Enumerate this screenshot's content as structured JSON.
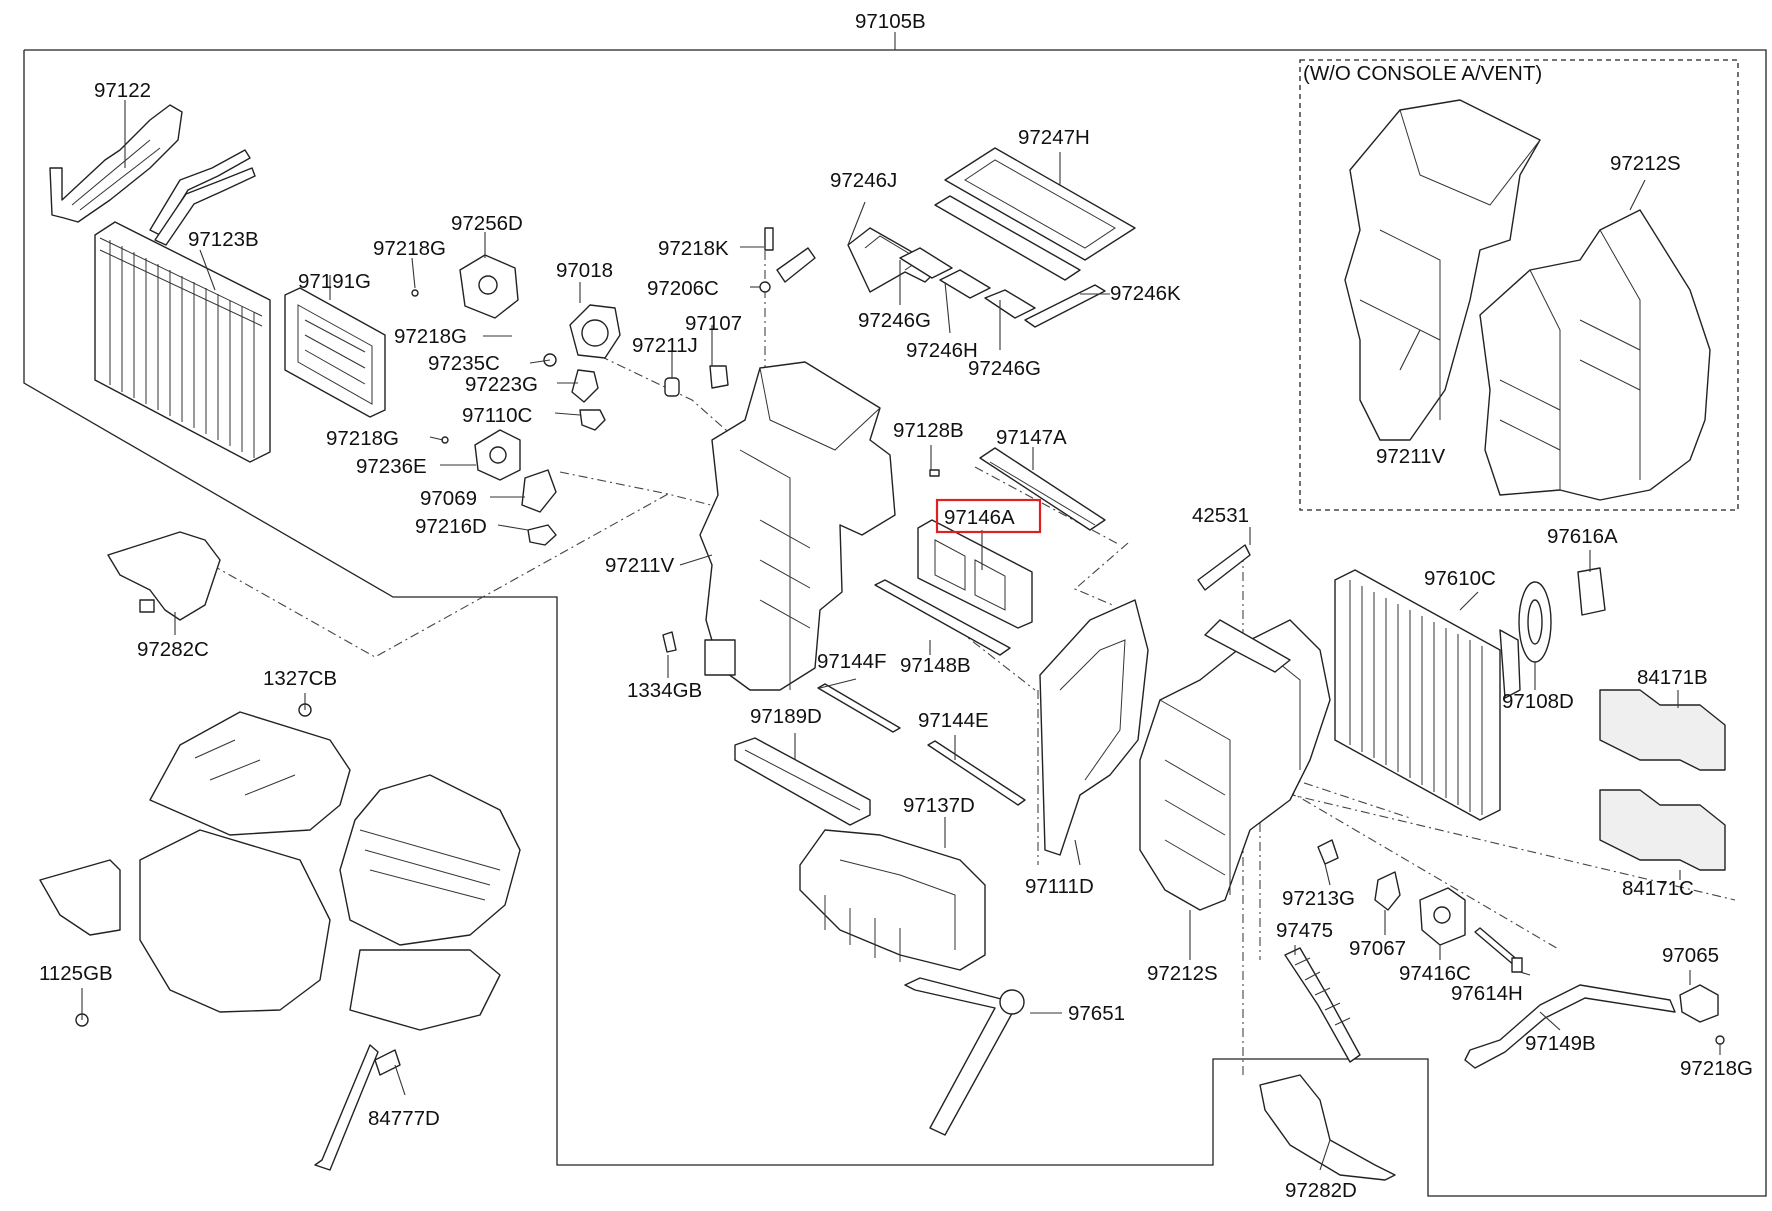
{
  "diagram": {
    "highlight_color": "#e02020",
    "inset_title": "(W/O CONSOLE A/VENT)",
    "labels": {
      "top": "97105B",
      "p97122": "97122",
      "p97123B": "97123B",
      "p97191G": "97191G",
      "p97256D": "97256D",
      "p97218G_a": "97218G",
      "p97218G_b": "97218G",
      "p97218G_c": "97218G",
      "p97218G_d": "97218G",
      "p97235C": "97235C",
      "p97223G": "97223G",
      "p97110C": "97110C",
      "p97236E": "97236E",
      "p97069": "97069",
      "p97216D": "97216D",
      "p97018": "97018",
      "p97218K": "97218K",
      "p97206C": "97206C",
      "p97107": "97107",
      "p97211J": "97211J",
      "p97246J": "97246J",
      "p97247H": "97247H",
      "p97246G_a": "97246G",
      "p97246G_b": "97246G",
      "p97246H": "97246H",
      "p97246K": "97246K",
      "p97128B": "97128B",
      "p97147A": "97147A",
      "p97146A": "97146A",
      "p97211V_a": "97211V",
      "p97211V_b": "97211V",
      "p97212S_a": "97212S",
      "p97212S_b": "97212S",
      "p42531": "42531",
      "p97616A": "97616A",
      "p97610C": "97610C",
      "p97108D": "97108D",
      "p84171B": "84171B",
      "p84171C": "84171C",
      "p97282C": "97282C",
      "p97282D": "97282D",
      "p1334GB": "1334GB",
      "p97144F": "97144F",
      "p97148B": "97148B",
      "p97189D": "97189D",
      "p97144E": "97144E",
      "p97137D": "97137D",
      "p97111D": "97111D",
      "p1327CB": "1327CB",
      "p1125GB": "1125GB",
      "p84777D": "84777D",
      "p97651": "97651",
      "p97213G": "97213G",
      "p97067": "97067",
      "p97475": "97475",
      "p97416C": "97416C",
      "p97614H": "97614H",
      "p97065": "97065",
      "p97149B": "97149B"
    }
  }
}
